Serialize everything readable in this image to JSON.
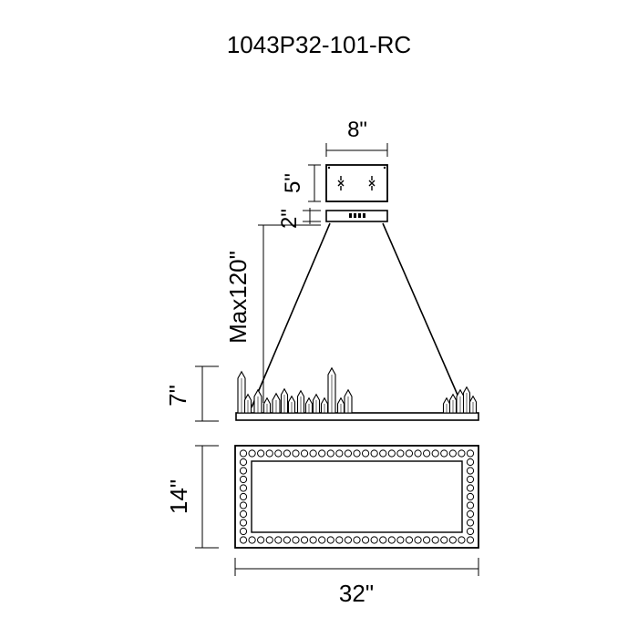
{
  "title": "1043P32-101-RC",
  "dimensions": {
    "canopy_width": "8\"",
    "canopy_depth": "5\"",
    "canopy_height": "2\"",
    "max_height": "Max120\"",
    "fixture_height": "7\"",
    "fixture_depth": "14\"",
    "fixture_width": "32\""
  },
  "colors": {
    "line": "#000000",
    "background": "#ffffff"
  }
}
